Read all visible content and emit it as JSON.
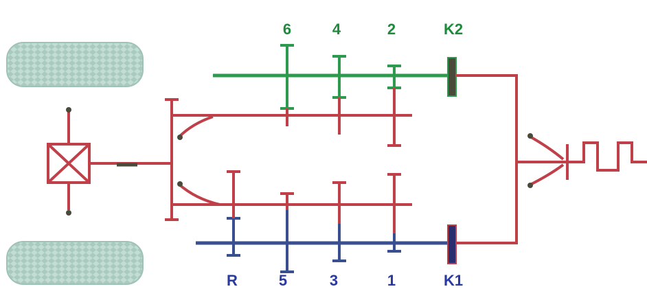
{
  "colors": {
    "red": "#c0404a",
    "green": "#2e9a4e",
    "blue": "#3a4f8f",
    "label_green": "#1e8b3c",
    "label_blue": "#2a3aa0",
    "dark": "#4a4a3a",
    "tire": "#b9d6cd"
  },
  "labels": {
    "top": {
      "gear6": "6",
      "gear4": "4",
      "gear2": "2",
      "clutch2": "K2"
    },
    "bottom": {
      "reverse": "R",
      "gear5": "5",
      "gear3": "3",
      "gear1": "1",
      "clutch1": "K1"
    }
  }
}
